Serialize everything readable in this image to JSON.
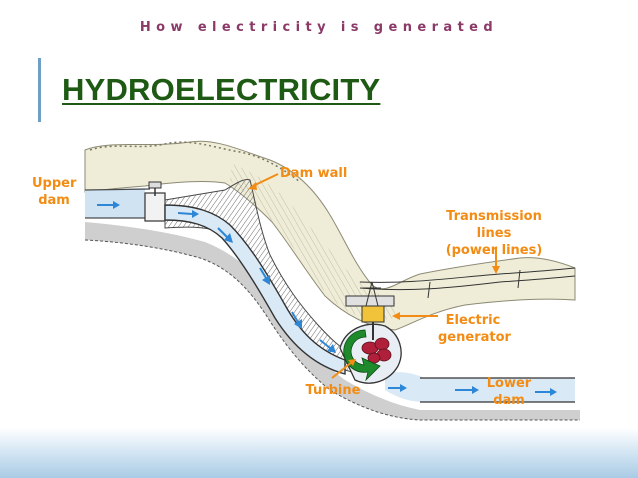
{
  "header": {
    "subtitle": "How electricity is generated"
  },
  "title": "HYDROELECTRICITY",
  "labels": {
    "upper_dam": "Upper\ndam",
    "dam_wall": "Dam wall",
    "transmission_lines": "Transmission lines\n(power lines)",
    "electric_generator": "Electric\ngenerator",
    "turbine": "Turbine",
    "lower_dam": "Lower\ndam"
  },
  "colors": {
    "label": "#f28c14",
    "title": "#1e5a14",
    "subtitle": "#8b3a68",
    "water": "#cfe3f3",
    "arrow": "#2e86d6",
    "turbine": "#1f8a2c",
    "generator_rotor": "#b0203a"
  }
}
